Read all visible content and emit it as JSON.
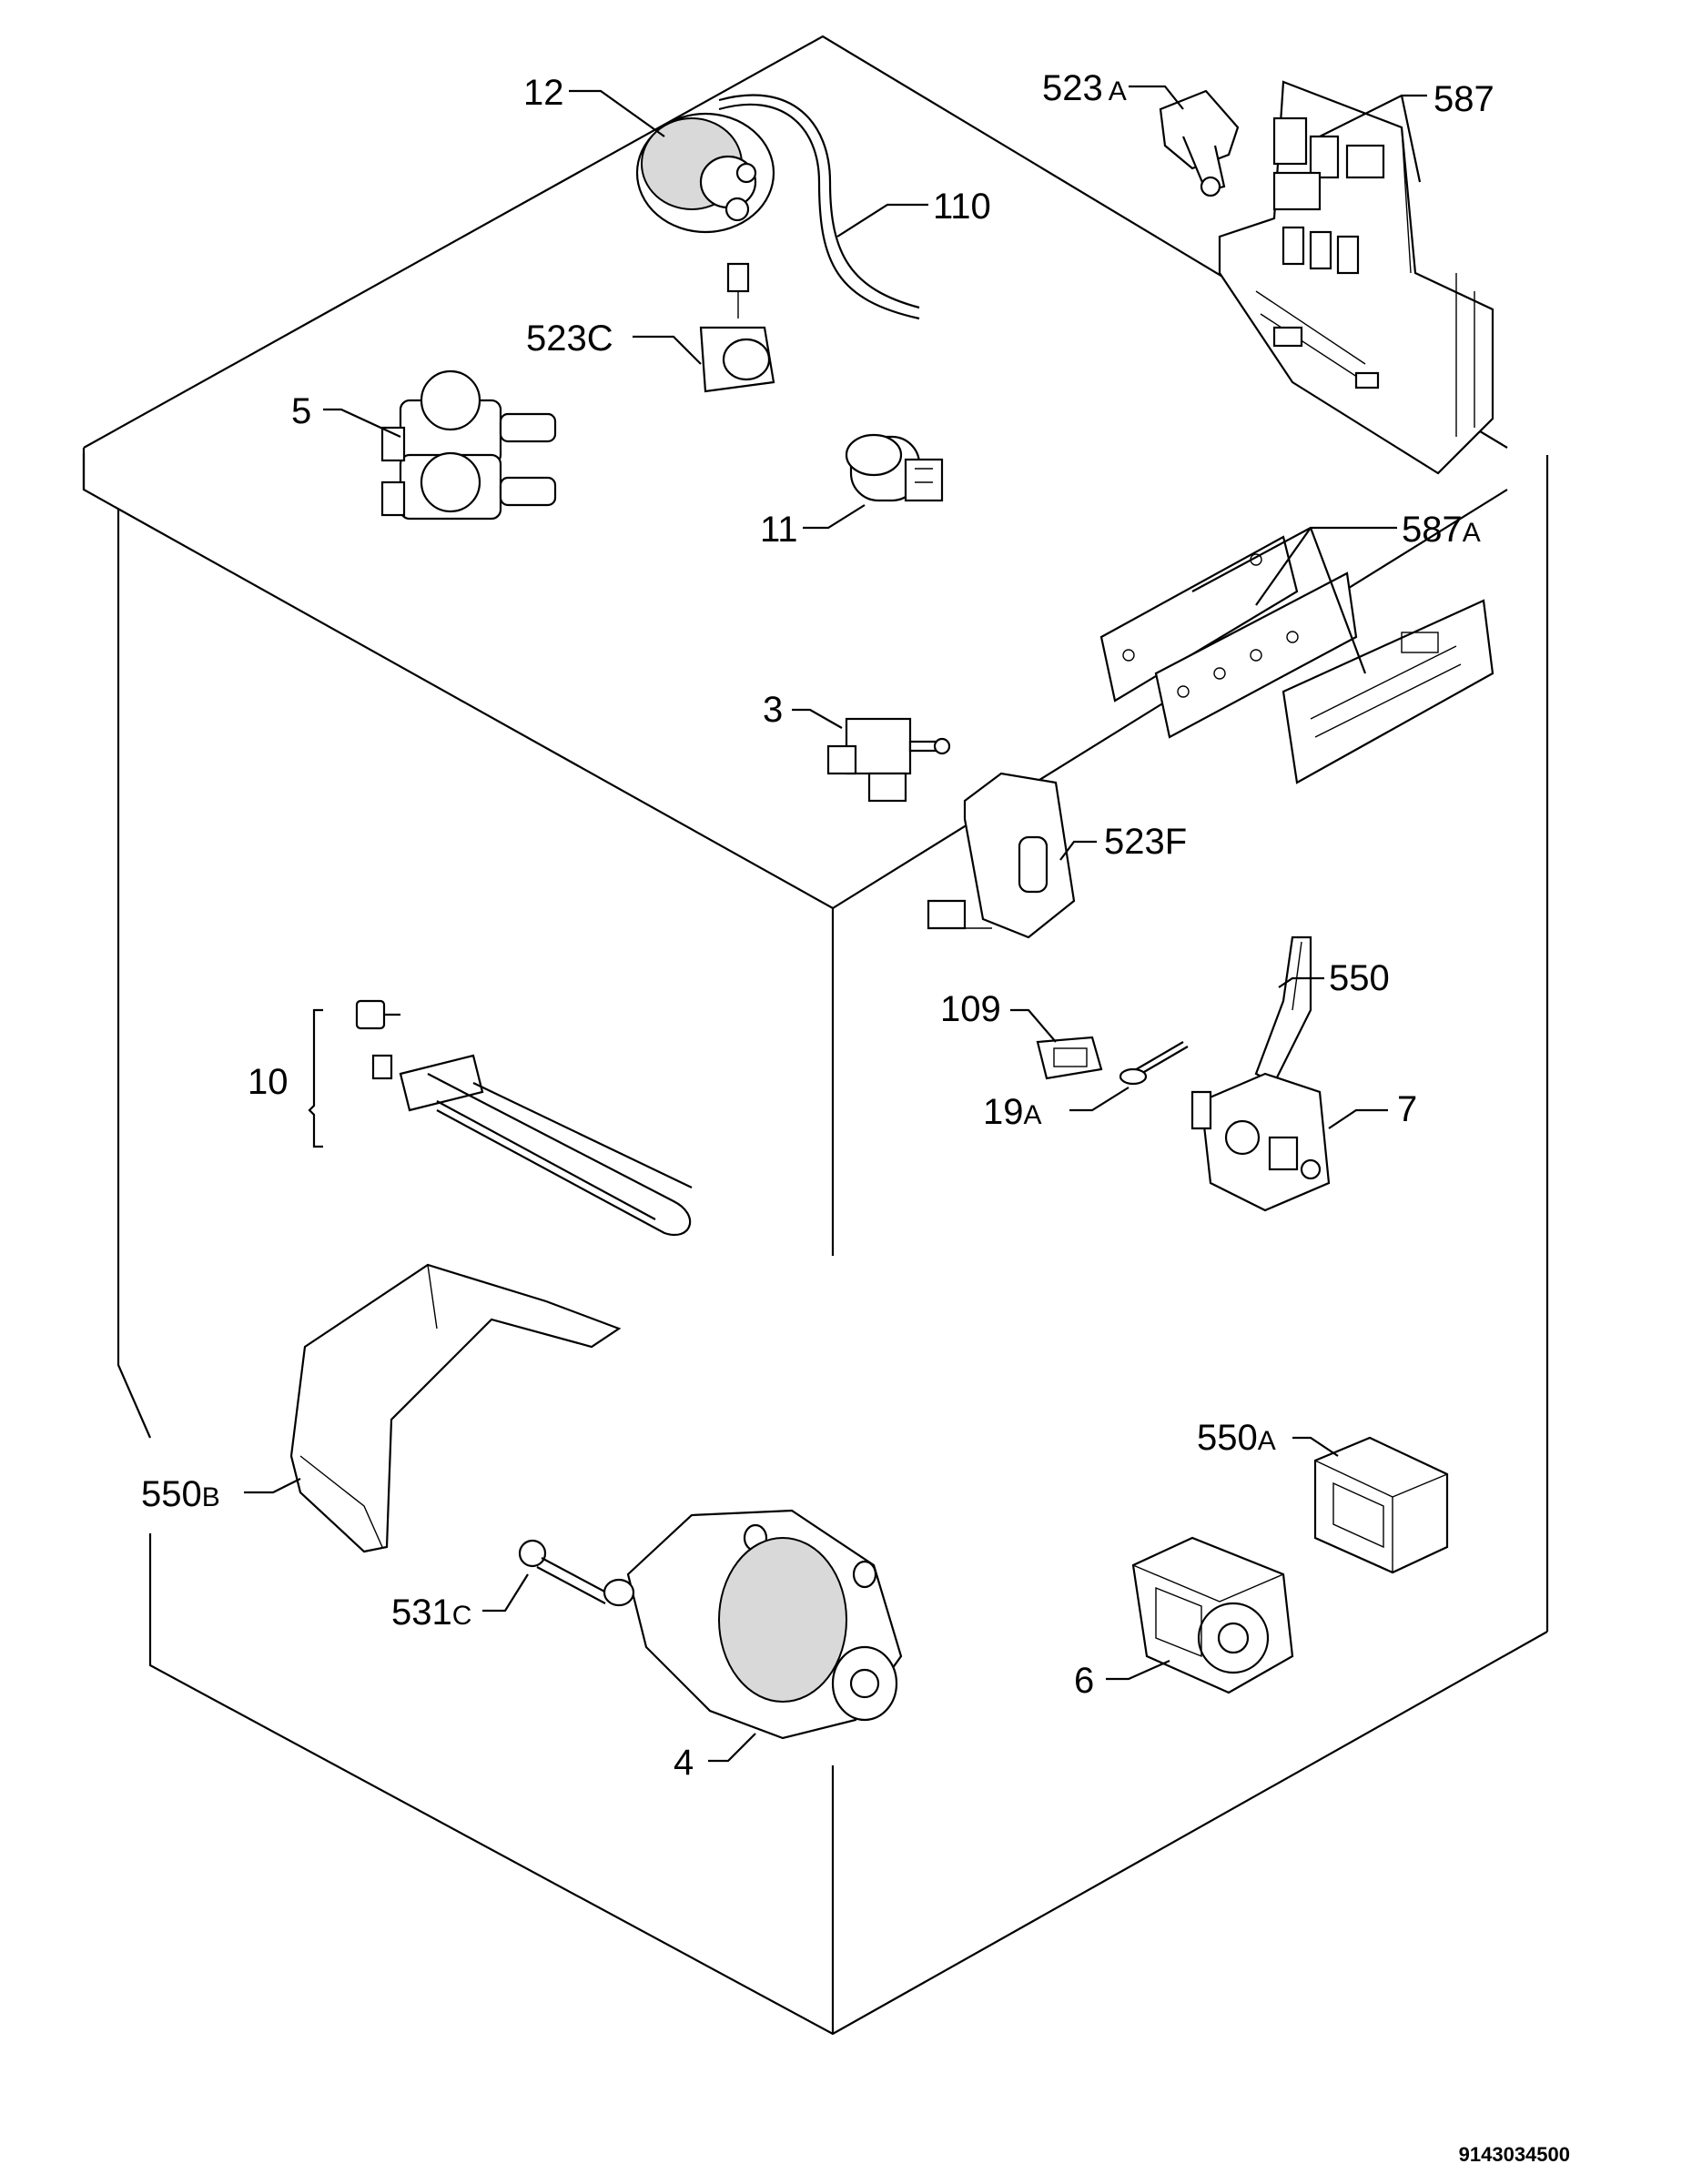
{
  "labels": [
    {
      "id": "12",
      "text": "12",
      "sub": ""
    },
    {
      "id": "110",
      "text": "110",
      "sub": ""
    },
    {
      "id": "523a",
      "text": "523",
      "sub": "A"
    },
    {
      "id": "587",
      "text": "587",
      "sub": ""
    },
    {
      "id": "523c",
      "text": "523C",
      "sub": ""
    },
    {
      "id": "5",
      "text": "5",
      "sub": ""
    },
    {
      "id": "11",
      "text": "11",
      "sub": ""
    },
    {
      "id": "587a",
      "text": "587",
      "sub": "A"
    },
    {
      "id": "3",
      "text": "3",
      "sub": ""
    },
    {
      "id": "523f",
      "text": "523F",
      "sub": ""
    },
    {
      "id": "550",
      "text": "550",
      "sub": ""
    },
    {
      "id": "109",
      "text": "109",
      "sub": ""
    },
    {
      "id": "10",
      "text": "10",
      "sub": ""
    },
    {
      "id": "19a",
      "text": "19",
      "sub": "A"
    },
    {
      "id": "7",
      "text": "7",
      "sub": ""
    },
    {
      "id": "550a",
      "text": "550",
      "sub": "A"
    },
    {
      "id": "550b",
      "text": "550",
      "sub": "B"
    },
    {
      "id": "531c",
      "text": "531",
      "sub": "C"
    },
    {
      "id": "6",
      "text": "6",
      "sub": ""
    },
    {
      "id": "4",
      "text": "4",
      "sub": ""
    }
  ],
  "document_number": "9143034500"
}
